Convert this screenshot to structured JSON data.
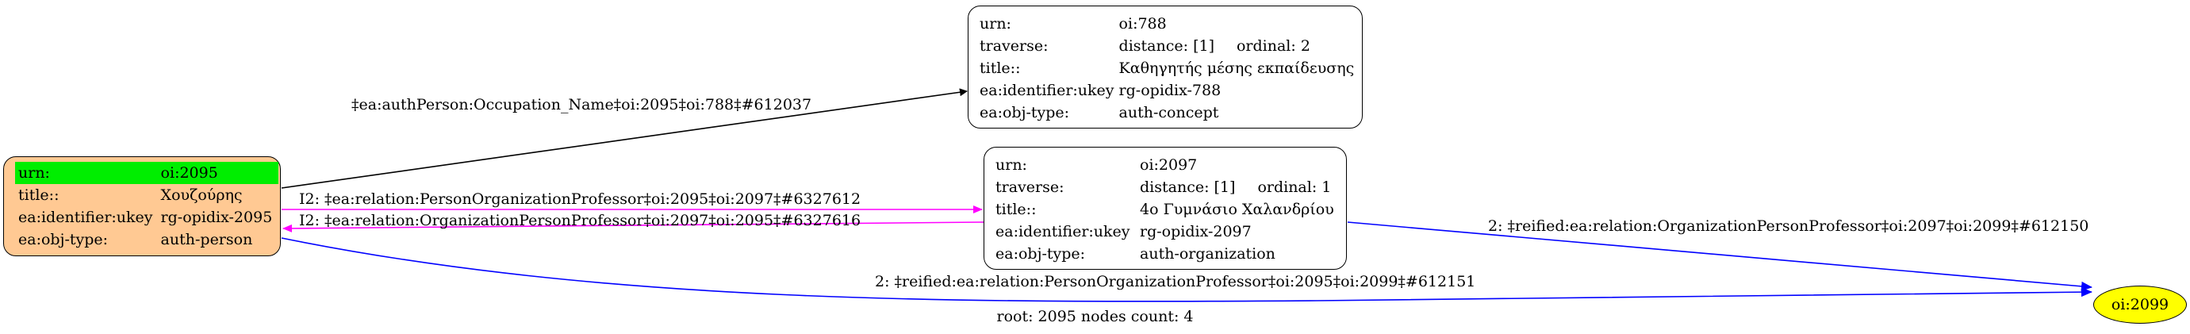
{
  "nodes": {
    "n2095": {
      "rows": [
        {
          "key": "urn:",
          "value": "oi:2095"
        },
        {
          "key": "title::",
          "value": "Χουζούρης"
        },
        {
          "key": "ea:identifier:ukey",
          "value": "rg-opidix-2095"
        },
        {
          "key": "ea:obj-type:",
          "value": "auth-person"
        }
      ],
      "fill_color": "#ffc993",
      "highlight_color": "#00ee00"
    },
    "n788": {
      "rows": [
        {
          "key": "urn:",
          "value": "oi:788"
        },
        {
          "key": "traverse:",
          "value": "distance: [1]",
          "extra": "ordinal: 2"
        },
        {
          "key": "title::",
          "value": "Καθηγητής μέσης εκπαίδευσης"
        },
        {
          "key": "ea:identifier:ukey",
          "value": "rg-opidix-788"
        },
        {
          "key": "ea:obj-type:",
          "value": "auth-concept"
        }
      ]
    },
    "n2097": {
      "rows": [
        {
          "key": "urn:",
          "value": "oi:2097"
        },
        {
          "key": "traverse:",
          "value": "distance: [1]",
          "extra": "ordinal: 1"
        },
        {
          "key": "title::",
          "value": "4ο Γυμνάσιο Χαλανδρίου"
        },
        {
          "key": "ea:identifier:ukey",
          "value": "rg-opidix-2097"
        },
        {
          "key": "ea:obj-type:",
          "value": "auth-organization"
        }
      ]
    },
    "n2099": {
      "label": "oi:2099",
      "fill_color": "#ffff00"
    }
  },
  "edges": [
    {
      "label": "‡ea:authPerson:Occupation_Name‡oi:2095‡oi:788‡#612037",
      "color": "#000000"
    },
    {
      "label": "I2: ‡ea:relation:PersonOrganizationProfessor‡oi:2095‡oi:2097‡#6327612",
      "color": "#ff00ff"
    },
    {
      "label": "I2: ‡ea:relation:OrganizationPersonProfessor‡oi:2097‡oi:2095‡#6327616",
      "color": "#ff00ff"
    },
    {
      "label": "2: ‡reified:ea:relation:OrganizationPersonProfessor‡oi:2097‡oi:2099‡#612150",
      "color": "#0000ff"
    },
    {
      "label": "2: ‡reified:ea:relation:PersonOrganizationProfessor‡oi:2095‡oi:2099‡#612151",
      "color": "#0000ff"
    }
  ],
  "footer": "root: 2095 nodes count: 4"
}
